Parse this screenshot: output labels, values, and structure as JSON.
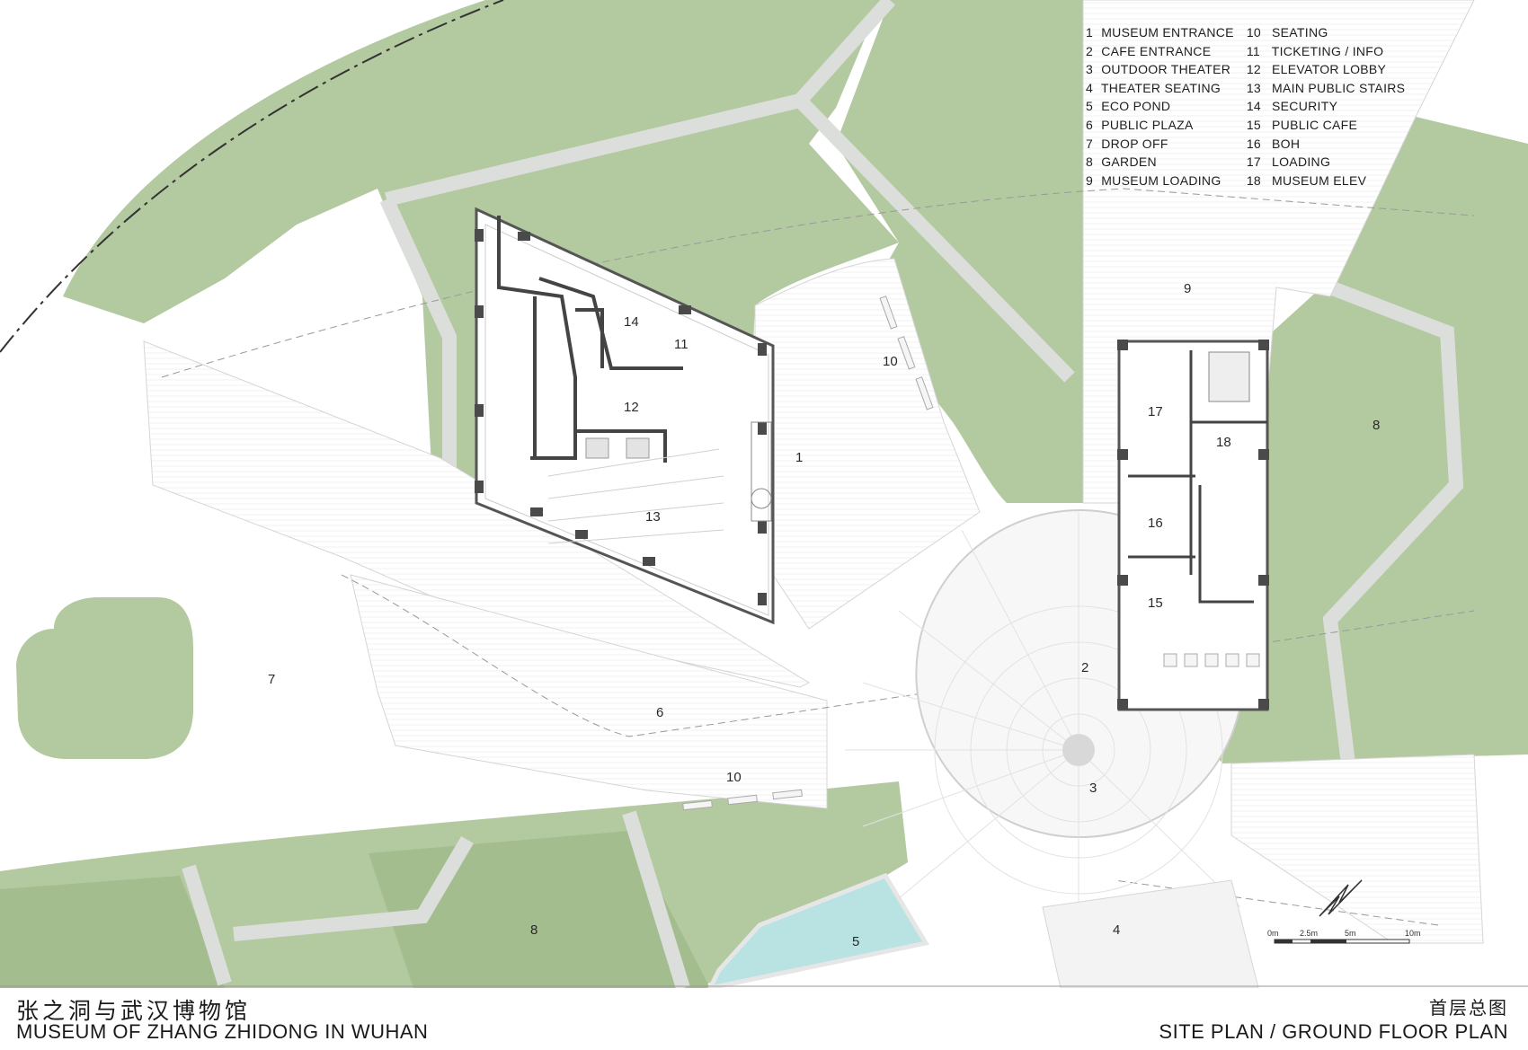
{
  "legend": [
    {
      "num": "1",
      "label": "MUSEUM ENTRANCE"
    },
    {
      "num": "2",
      "label": "CAFE ENTRANCE"
    },
    {
      "num": "3",
      "label": "OUTDOOR THEATER"
    },
    {
      "num": "4",
      "label": "THEATER SEATING"
    },
    {
      "num": "5",
      "label": "ECO POND"
    },
    {
      "num": "6",
      "label": "PUBLIC PLAZA"
    },
    {
      "num": "7",
      "label": "DROP OFF"
    },
    {
      "num": "8",
      "label": "GARDEN"
    },
    {
      "num": "9",
      "label": "MUSEUM LOADING"
    },
    {
      "num": "10",
      "label": "SEATING"
    },
    {
      "num": "11",
      "label": "TICKETING / INFO"
    },
    {
      "num": "12",
      "label": "ELEVATOR LOBBY"
    },
    {
      "num": "13",
      "label": "MAIN PUBLIC STAIRS"
    },
    {
      "num": "14",
      "label": "SECURITY"
    },
    {
      "num": "15",
      "label": "PUBLIC CAFE"
    },
    {
      "num": "16",
      "label": "BOH"
    },
    {
      "num": "17",
      "label": "LOADING"
    },
    {
      "num": "18",
      "label": "MUSEUM ELEV"
    }
  ],
  "zone_labels": {
    "z1": "1",
    "z2": "2",
    "z3": "3",
    "z4": "4",
    "z5": "5",
    "z6": "6",
    "z7": "7",
    "z8a": "8",
    "z8b": "8",
    "z9": "9",
    "z10a": "10",
    "z10b": "10",
    "z11": "11",
    "z12": "12",
    "z13": "13",
    "z14": "14",
    "z15": "15",
    "z16": "16",
    "z17": "17",
    "z18": "18"
  },
  "scale_bar": {
    "labels": [
      "0m",
      "2.5m",
      "5m",
      "10m"
    ]
  },
  "title": {
    "zh": "张之洞与武汉博物馆",
    "en": "MUSEUM OF ZHANG ZHIDONG IN  WUHAN"
  },
  "plan_title": {
    "zh": "首层总图",
    "en": "SITE PLAN / GROUND FLOOR  PLAN"
  },
  "colors": {
    "garden": "#b3c9a0",
    "garden_dark": "#a3bd8e",
    "pond": "#b9e3e3",
    "path": "#dcdedc",
    "wall": "#4a4a4a"
  }
}
